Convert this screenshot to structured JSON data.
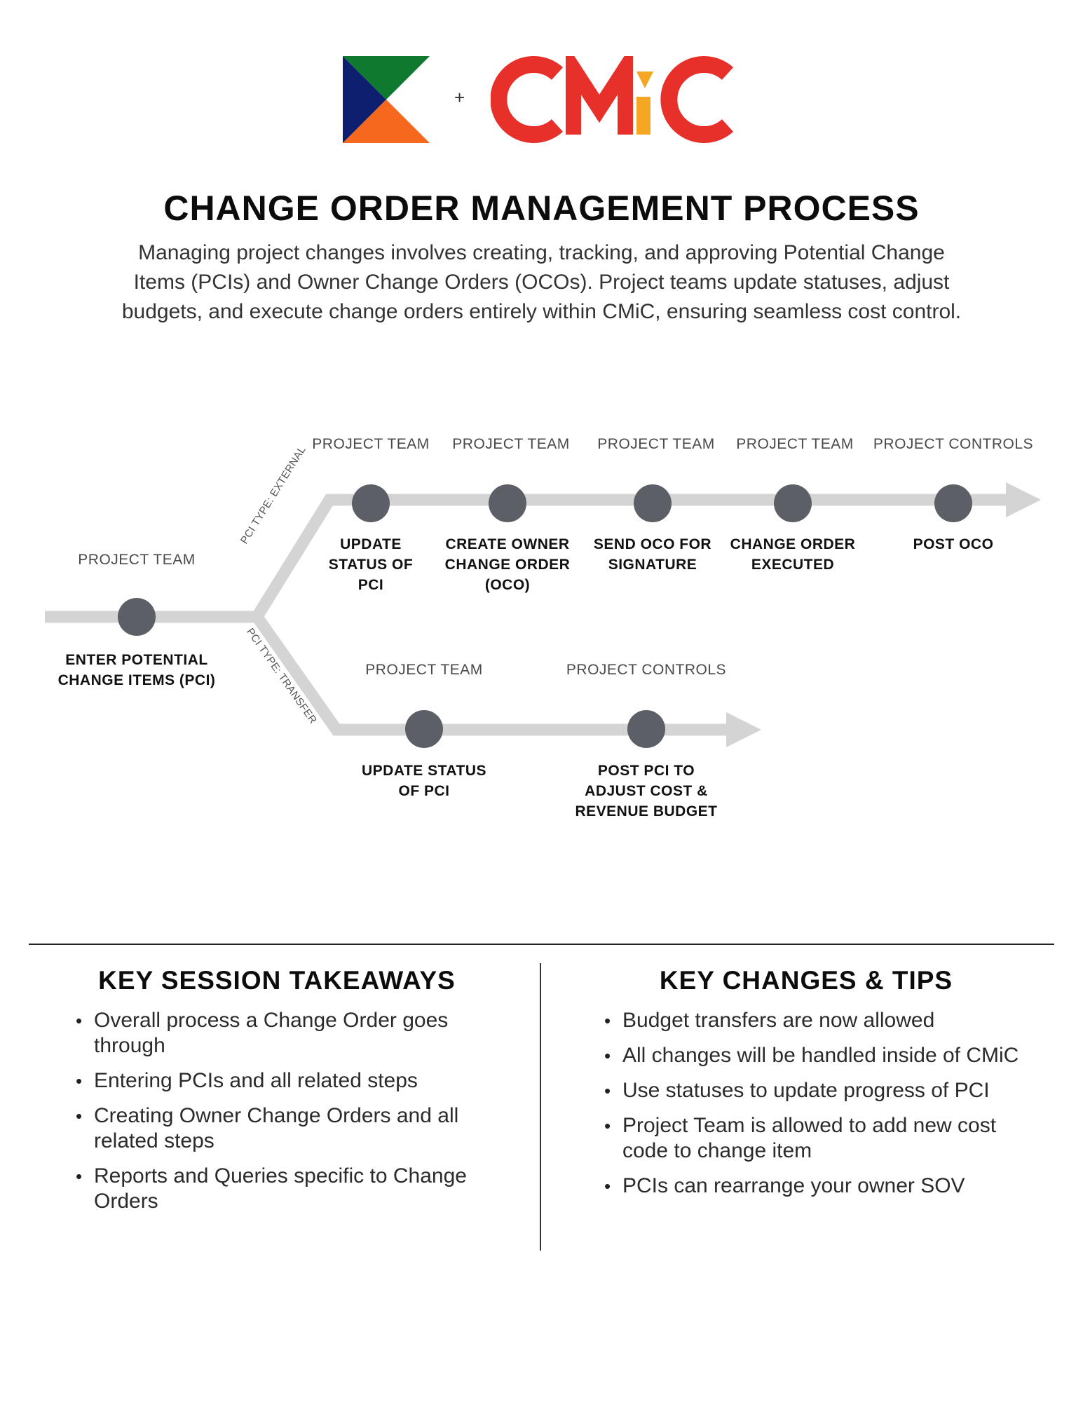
{
  "header": {
    "plus": "+",
    "cmic_logo_text": "CMiC",
    "title": "CHANGE ORDER MANAGEMENT PROCESS",
    "intro": "Managing project changes involves creating, tracking, and approving Potential Change Items (PCIs) and Owner Change Orders (OCOs). Project teams update statuses, adjust budgets, and execute change orders entirely within CMiC, ensuring seamless cost control."
  },
  "colors": {
    "k_green": "#0f7a2f",
    "k_navy": "#0d1f6e",
    "k_orange": "#f5681e",
    "cmic_red": "#e8302a",
    "cmic_yellow": "#f5a623",
    "track": "#d4d4d4",
    "node": "#5c5f66"
  },
  "flow": {
    "start": {
      "role": "PROJECT TEAM",
      "label": "ENTER POTENTIAL CHANGE ITEMS (PCI)"
    },
    "external": {
      "branch_label": "PCI TYPE: EXTERNAL",
      "steps": [
        {
          "role": "PROJECT TEAM",
          "label": "UPDATE STATUS OF PCI"
        },
        {
          "role": "PROJECT TEAM",
          "label": "CREATE OWNER CHANGE ORDER (OCO)"
        },
        {
          "role": "PROJECT TEAM",
          "label": "SEND OCO FOR SIGNATURE"
        },
        {
          "role": "PROJECT TEAM",
          "label": "CHANGE ORDER EXECUTED"
        },
        {
          "role": "PROJECT CONTROLS",
          "label": "POST OCO"
        }
      ]
    },
    "transfer": {
      "branch_label": "PCI TYPE: TRANSFER",
      "steps": [
        {
          "role": "PROJECT TEAM",
          "label": "UPDATE STATUS OF PCI"
        },
        {
          "role": "PROJECT CONTROLS",
          "label": "POST PCI TO ADJUST COST & REVENUE BUDGET"
        }
      ]
    }
  },
  "takeaways": {
    "title": "KEY SESSION TAKEAWAYS",
    "items": [
      "Overall process a Change Order goes through",
      "Entering PCIs and all related steps",
      "Creating Owner Change Orders and all related steps",
      "Reports and Queries specific to Change Orders"
    ]
  },
  "tips": {
    "title": "KEY CHANGES & TIPS",
    "items": [
      "Budget transfers are now allowed",
      "All changes will be handled inside of CMiC",
      "Use statuses to update progress of PCI",
      "Project Team is allowed to add new cost code to change item",
      "PCIs can rearrange your owner SOV"
    ]
  }
}
